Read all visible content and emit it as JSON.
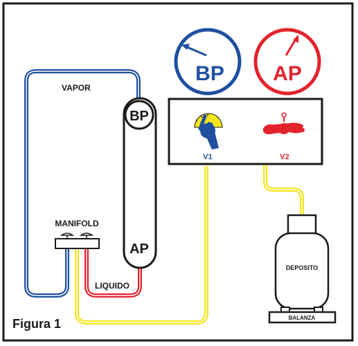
{
  "figure": {
    "caption": "Figura 1"
  },
  "gauges": {
    "low": {
      "label": "BP",
      "color": "#1e4fa0"
    },
    "high": {
      "label": "AP",
      "color": "#e3232c"
    }
  },
  "cylinder": {
    "top_label": "BP",
    "bottom_label": "AP"
  },
  "lines": {
    "vapor": "VAPOR",
    "liquido": "LIQUIDO"
  },
  "manifold": {
    "label": "MANIFOLD"
  },
  "valves": {
    "v1": "V1",
    "v2": "V2"
  },
  "tank": {
    "label": "DEPOSITO"
  },
  "scale": {
    "label": "BALANZA"
  },
  "colors": {
    "vapor_line": "#1e4fa0",
    "liquid_line": "#e3232c",
    "transfer_line": "#f5e51b",
    "outline": "#1a1a1a"
  }
}
